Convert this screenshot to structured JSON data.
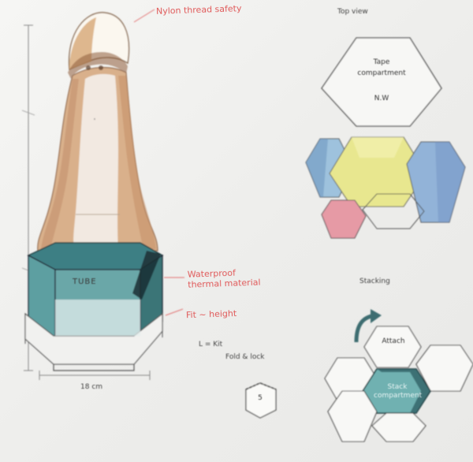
{
  "annotations": {
    "dome_note": "Nylon thread safety",
    "base_note": "Waterproof thermal material",
    "size_note": "Fit ~ height",
    "label_note": "L = Kit",
    "kit_note": "Fold & lock",
    "base_width": "18 cm",
    "brand": "TUBE",
    "small_hex": "5"
  },
  "top_view": {
    "title": "Top view",
    "hex_text_line1": "Tape",
    "hex_text_line2": "compartment",
    "hex_text_line3": "N.W"
  },
  "assembly": {
    "title": "Stacking",
    "cell_label": "Attach",
    "center_label": "Stack compartment"
  },
  "colors": {
    "shell": "#c9a17c",
    "teal": "#4f8e8f",
    "teal_dark": "#2c5e63",
    "yellow": "#e7e58c",
    "blue": "#8fb0d4",
    "pink": "#e19aa3",
    "pen_red": "#e05a5a"
  }
}
